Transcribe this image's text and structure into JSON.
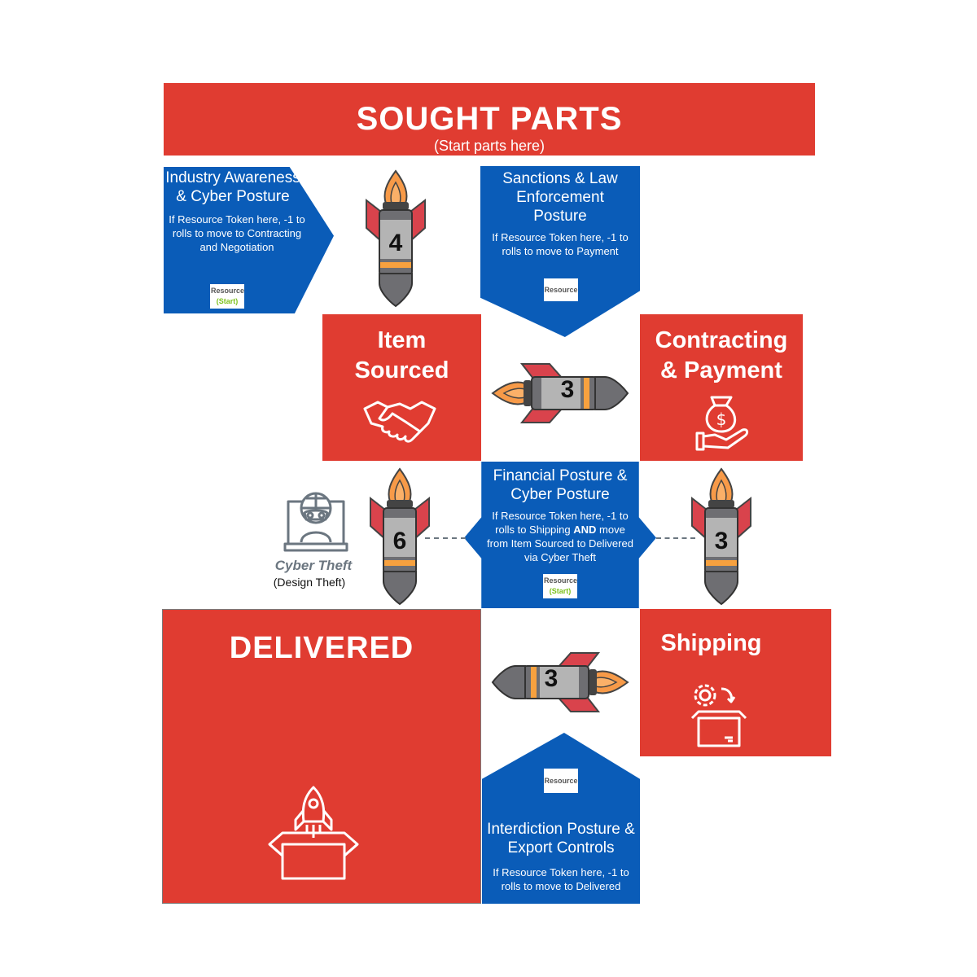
{
  "header": {
    "title": "SOUGHT PARTS",
    "subtitle": "(Start parts here)"
  },
  "postures": {
    "industry": {
      "title": "Industry Awareness & Cyber Posture",
      "desc": "If Resource Token here, -1 to rolls to move to Contracting and Negotiation",
      "token": "Resource",
      "token_start": "(Start)"
    },
    "sanctions": {
      "title": "Sanctions & Law Enforcement Posture",
      "desc": "If Resource Token here, -1 to rolls to move to Payment",
      "token": "Resource"
    },
    "financial": {
      "title": "Financial Posture & Cyber Posture",
      "desc_a": "If Resource Token here, -1 to rolls to Shipping ",
      "desc_bold": "AND",
      "desc_b": " move from Item Sourced to Delivered via Cyber Theft",
      "token": "Resource",
      "token_start": "(Start)"
    },
    "interdiction": {
      "title": "Interdiction Posture & Export Controls",
      "desc": "If Resource Token here, -1 to rolls to move to Delivered",
      "token": "Resource"
    }
  },
  "stages": {
    "item_sourced": {
      "title": "Item Sourced",
      "icon": "handshake-icon"
    },
    "contracting": {
      "title": "Contracting & Payment",
      "icon": "money-bag-hand-icon"
    },
    "shipping": {
      "title": "Shipping",
      "icon": "box-gear-icon"
    },
    "delivered": {
      "title": "DELIVERED",
      "icon": "rocket-box-icon"
    }
  },
  "rockets": [
    {
      "id": "sought-to-item",
      "number": "4"
    },
    {
      "id": "item-to-contracting",
      "number": "3"
    },
    {
      "id": "item-to-delivered-cyber",
      "number": "6"
    },
    {
      "id": "contracting-to-shipping",
      "number": "3"
    },
    {
      "id": "shipping-to-delivered",
      "number": "3"
    }
  ],
  "cyber_theft": {
    "title": "Cyber Theft",
    "subtitle": "(Design Theft)"
  },
  "colors": {
    "red": "#e03c31",
    "blue": "#0a5cb8",
    "token_start": "#7cc11b"
  }
}
